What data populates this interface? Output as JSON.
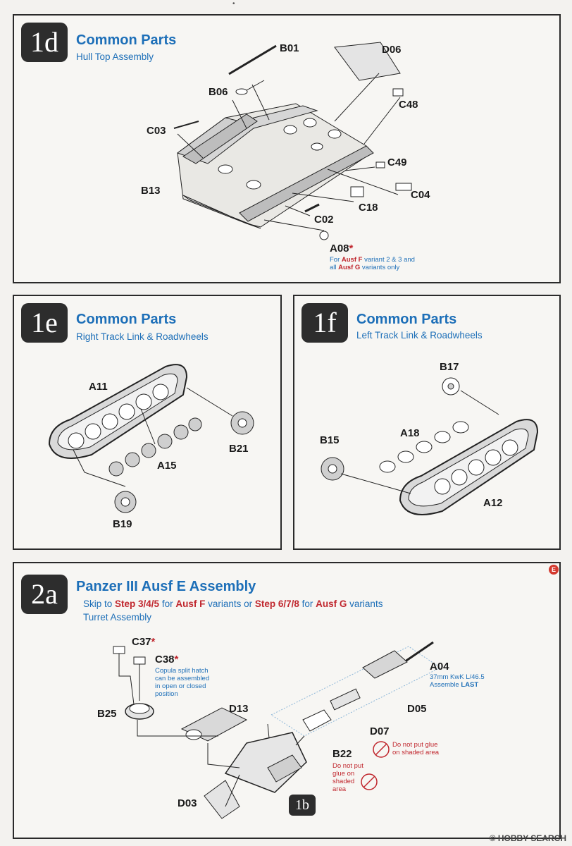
{
  "page_marker": "•",
  "panel_1d": {
    "step": "1d",
    "title": "Common Parts",
    "subtitle": "Hull Top Assembly",
    "parts": {
      "b01": "B01",
      "d06": "D06",
      "b06": "B06",
      "c48": "C48",
      "c03": "C03",
      "c49": "C49",
      "b13": "B13",
      "c04": "C04",
      "c18": "C18",
      "c02": "C02",
      "a08": "A08"
    },
    "a08_mark": "*",
    "a08_note_1": "For ",
    "a08_note_2": "Ausf F",
    "a08_note_3": " variant 2 & 3 and",
    "a08_note_4": "all ",
    "a08_note_5": "Ausf G",
    "a08_note_6": " variants only"
  },
  "panel_1e": {
    "step": "1e",
    "title": "Common Parts",
    "subtitle": "Right Track Link & Roadwheels",
    "parts": {
      "a11": "A11",
      "b21": "B21",
      "a15": "A15",
      "b19": "B19"
    }
  },
  "panel_1f": {
    "step": "1f",
    "title": "Common Parts",
    "subtitle": "Left Track Link & Roadwheels",
    "parts": {
      "b17": "B17",
      "b15": "B15",
      "a18": "A18",
      "a12": "A12"
    }
  },
  "panel_2a": {
    "step": "2a",
    "title": "Panzer III Ausf E Assembly",
    "skip_1": "Skip to ",
    "skip_2": "Step 3/4/5",
    "skip_3": " for ",
    "skip_4": "Ausf F",
    "skip_5": " variants or ",
    "skip_6": "Step 6/7/8",
    "skip_7": " for ",
    "skip_8": "Ausf G",
    "skip_9": " variants",
    "subtitle": "Turret Assembly",
    "e_badge": "E",
    "parts": {
      "c37": "C37",
      "c38": "C38",
      "a04": "A04",
      "b25": "B25",
      "d13": "D13",
      "d05": "D05",
      "d07": "D07",
      "b22": "B22",
      "d03": "D03"
    },
    "c37_mark": "*",
    "c38_mark": "*",
    "c38_note": [
      "Copula split hatch",
      "can be assembled",
      "in open or closed",
      "position"
    ],
    "a04_note_1": "37mm KwK L/46.5",
    "a04_note_2": "Assemble ",
    "a04_note_3": "LAST",
    "d07_note": [
      "Do not put glue",
      "on shaded area"
    ],
    "b22_note": [
      "Do not put",
      "glue on",
      "shaded",
      "area"
    ],
    "ref_step": "1b"
  },
  "watermark": "© HOBBY SEARCH"
}
